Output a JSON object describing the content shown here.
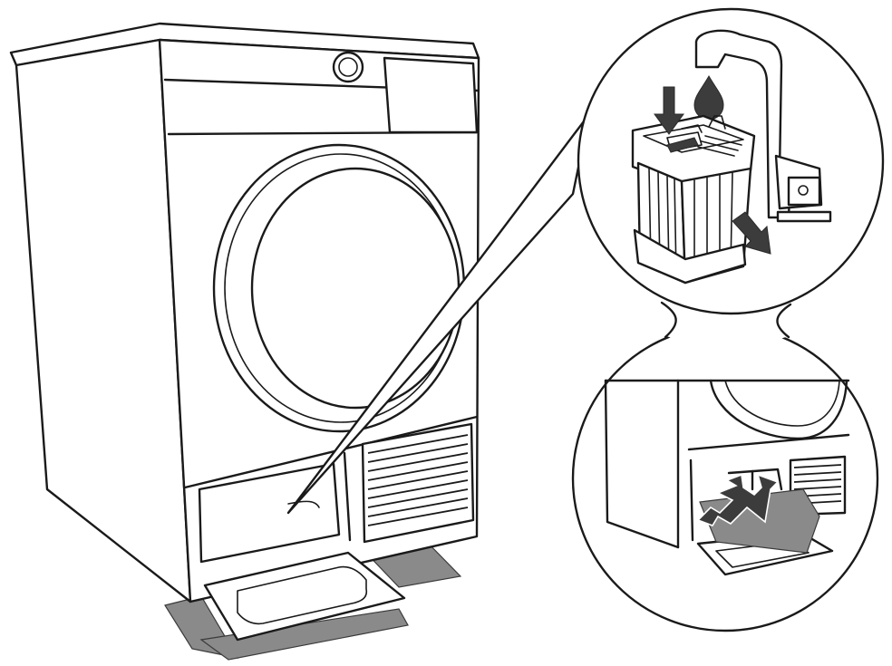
{
  "figure": {
    "subject": "tumble-dryer",
    "callouts": [
      {
        "id": "rinse",
        "icons": [
          "down-arrow-icon",
          "water-drop-icon",
          "push-arrow-icon"
        ]
      },
      {
        "id": "remove",
        "icons": [
          "pull-out-arrow-icon"
        ]
      }
    ],
    "colors": {
      "line": "#1a1a1a",
      "foot_shadow": "#8a8a8a",
      "arrow_fill": "#3c3c3c",
      "background": "#ffffff"
    }
  }
}
